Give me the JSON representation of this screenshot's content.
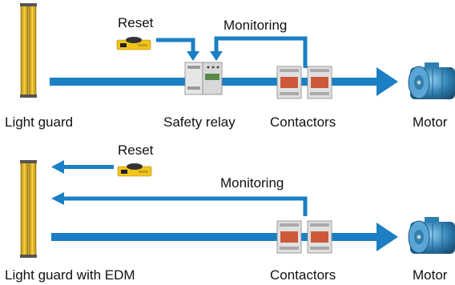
{
  "colors": {
    "arrow": "#1a7fc4",
    "lightGuard": "#e8b81a",
    "resetBox": "#f2c419",
    "motor": "#2f7fb0"
  },
  "top": {
    "reset_label": "Reset",
    "monitoring_label": "Monitoring",
    "light_guard_label": "Light guard",
    "safety_relay_label": "Safety relay",
    "contactors_label": "Contactors",
    "motor_label": "Motor"
  },
  "bottom": {
    "reset_label": "Reset",
    "monitoring_label": "Monitoring",
    "light_guard_label": "Light guard with EDM",
    "contactors_label": "Contactors",
    "motor_label": "Motor"
  }
}
